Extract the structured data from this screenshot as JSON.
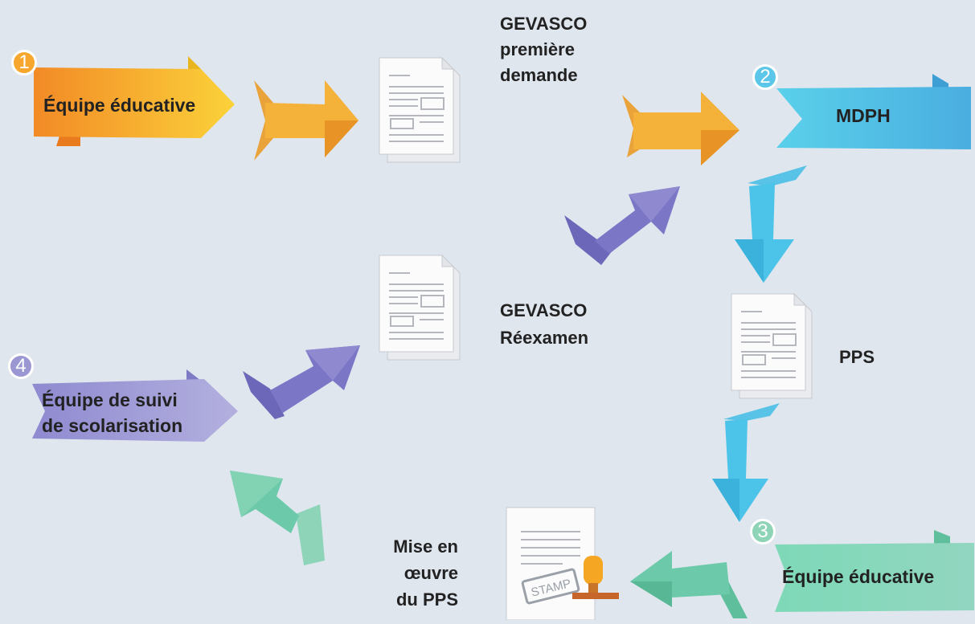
{
  "steps": [
    {
      "number": "1",
      "label": "Équipe éducative"
    },
    {
      "number": "2",
      "label": "MDPH"
    },
    {
      "number": "3",
      "label": "Équipe éducative"
    },
    {
      "number": "4",
      "label": "Équipe de suivi de scolarisation",
      "line1": "Équipe de suivi",
      "line2": "de scolarisation"
    }
  ],
  "documents": {
    "gevasco_first": {
      "line1": "GEVASCO",
      "line2": "première",
      "line3": "demande"
    },
    "gevasco_review": {
      "line1": "GEVASCO",
      "line2": "Réexamen"
    },
    "pps": {
      "label": "PPS"
    },
    "implementation": {
      "line1": "Mise en",
      "line2": "œuvre",
      "line3": "du PPS",
      "stamp_text": "STAMP"
    }
  },
  "colors": {
    "background": "#dfe6ee",
    "orange": "#f6a327",
    "blue": "#4cc3e8",
    "purple": "#7b76c6",
    "green": "#6cc9a9",
    "badge_orange": "#f7a72e",
    "badge_blue": "#5cc6e8",
    "badge_green": "#8ed4b6",
    "badge_purple": "#9b97d3"
  }
}
